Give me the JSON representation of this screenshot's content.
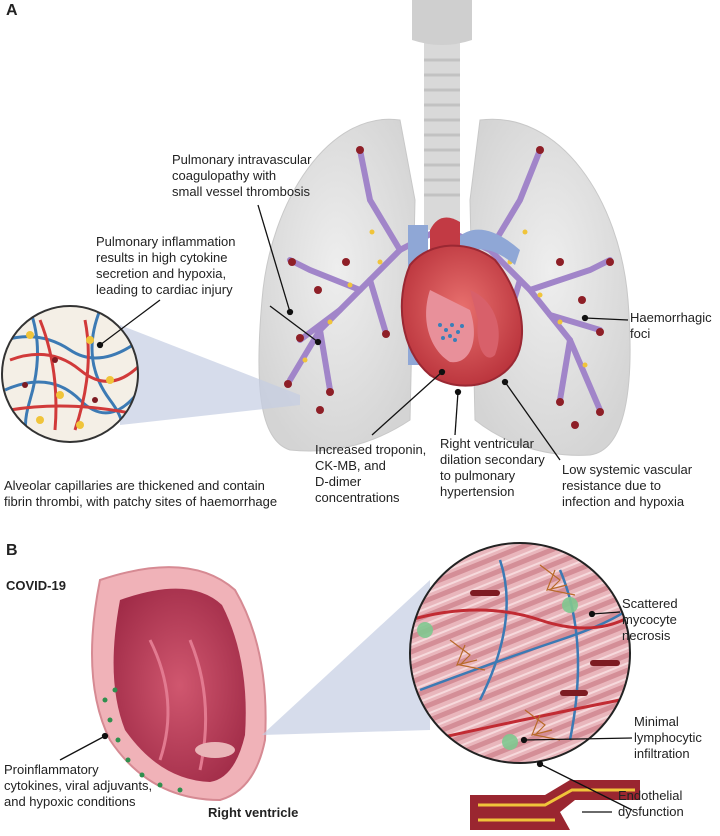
{
  "panels": {
    "a": "A",
    "b": "B"
  },
  "panel_a": {
    "coagulopathy": "Pulmonary intravascular\ncoagulopathy with\nsmall vessel thrombosis",
    "inflammation": "Pulmonary inflammation\nresults in high cytokine\nsecretion and hypoxia,\nleading to cardiac injury",
    "haemorrhagic": "Haemorrhagic\nfoci",
    "alveolar": "Alveolar capillaries are thickened and contain\nfibrin thrombi, with patchy sites of haemorrhage",
    "troponin": "Increased troponin,\n CK-MB, and\nD-dimer\nconcentrations",
    "rv_dilation": "Right ventricular\ndilation secondary\nto pulmonary\nhypertension",
    "low_resistance": "Low systemic vascular\nresistance due to\ninfection and hypoxia"
  },
  "panel_b": {
    "covid": "COVID-19",
    "right_ventricle": "Right ventricle",
    "proinflammatory": "Proinflammatory\ncytokines, viral adjuvants,\nand hypoxic conditions",
    "necrosis": "Scattered\nmycocyte\nnecrosis",
    "lymphocytic": "Minimal\nlymphocytic\ninfiltration",
    "endothelial": "Endothelial\ndysfunction"
  }
}
